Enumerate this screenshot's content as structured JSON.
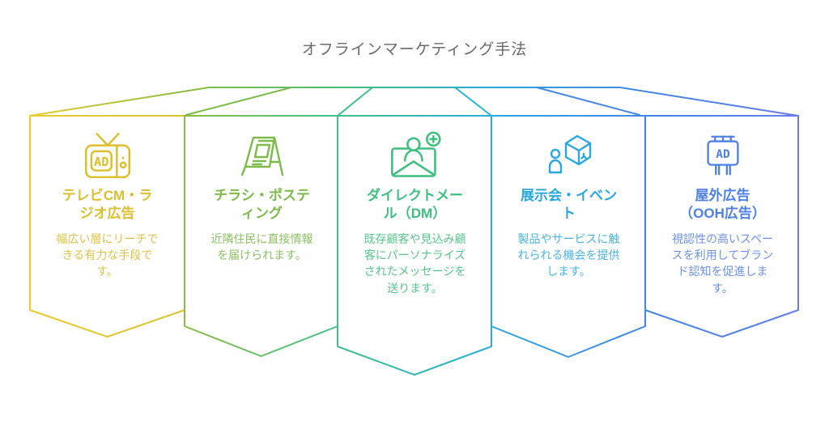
{
  "page_title": {
    "text": "オフラインマーケティング手法",
    "color": "#6a6a6a"
  },
  "cards": [
    {
      "name": "tv-radio-ads",
      "icon": "tv-ad-icon",
      "icon_text": "AD",
      "title": "テレビCM・ラ\nジオ広告",
      "description": "幅広い層にリーチで\nきる有力な手段で\nす。",
      "color": "#ddbe2c",
      "desc_color": "#ddc247",
      "stroke_from": "#eaca2f",
      "stroke_to": "#d6c433"
    },
    {
      "name": "flyer-posting",
      "icon": "a-frame-sign-icon",
      "icon_text": "",
      "title": "チラシ・ポステ\nィング",
      "description": "近隣住民に直接情報\nを届けられます。",
      "color": "#7cbb4a",
      "desc_color": "#8bc163",
      "stroke_from": "#8abd3e",
      "stroke_to": "#3fc08a"
    },
    {
      "name": "direct-mail",
      "icon": "mail-person-icon",
      "icon_text": "",
      "title": "ダイレクトメー\nル（DM）",
      "description": "既存顧客や見込み顧\n客にパーソナライズ\nされたメッセージを\n送ります。",
      "color": "#3fbf7f",
      "desc_color": "#57c58c",
      "stroke_from": "#3fc08a",
      "stroke_to": "#2baedc"
    },
    {
      "name": "exhibition-event",
      "icon": "person-cube-icon",
      "icon_text": "",
      "title": "展示会・イベン\nト",
      "description": "製品やサービスに触\nれられる機会を提供\nします。",
      "color": "#29a7e0",
      "desc_color": "#4bb4e4",
      "stroke_from": "#29a7e0",
      "stroke_to": "#4385e6"
    },
    {
      "name": "ooh-ads",
      "icon": "billboard-icon",
      "icon_text": "AD",
      "title": "屋外広告\n（OOH広告）",
      "description": "視認性の高いスペー\nスを利用してブラン\nド認知を促進しま\nす。",
      "color": "#4c80e6",
      "desc_color": "#6b91e9",
      "stroke_from": "#4484e8",
      "stroke_to": "#617fe8"
    }
  ],
  "lines": {
    "ridge_stops": [
      "#eaca2f",
      "#8abd3e",
      "#3fbf7f",
      "#29a7e0",
      "#4484e8",
      "#6a7de8"
    ],
    "fold_1_2": "#7cbb4a",
    "fold_2_3": "#3ec08c",
    "fold_3_4": "#2bb3d8",
    "fold_4_5": "#4587e6"
  }
}
